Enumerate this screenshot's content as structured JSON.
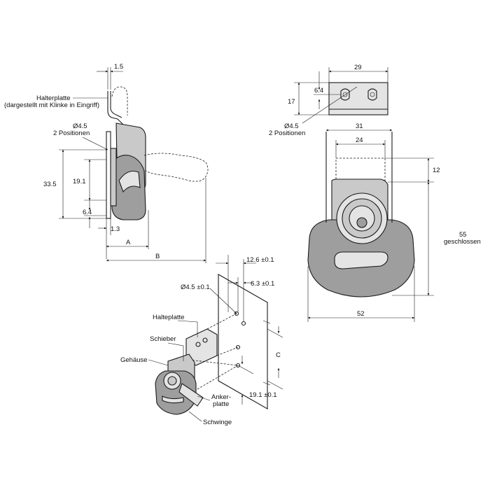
{
  "side_view": {
    "dim_top": "1.5",
    "label_halterplatte": "Halterplatte",
    "label_halterplatte_note": "(dargestellt mit Klinke in Eingriff)",
    "hole_diameter": "Ø4.5",
    "positions": "2 Positionen",
    "dim_33_5": "33.5",
    "dim_19_1": "19.1",
    "dim_6_4": "6.4",
    "dim_1_3": "1.3",
    "dim_a": "A",
    "dim_b": "B"
  },
  "top_view": {
    "dim_29": "29",
    "dim_6_4": "6.4",
    "dim_17": "17",
    "hole_diameter": "Ø4.5",
    "positions": "2 Positionen"
  },
  "front_view": {
    "dim_31": "31",
    "dim_24": "24",
    "dim_12": "12",
    "dim_55": "55",
    "closed": "geschlossen",
    "dim_52": "52"
  },
  "iso_view": {
    "dim_12_6": "12.6 ±0.1",
    "dim_6_3": "6.3 ±0.1",
    "dim_hole": "Ø4.5 ±0.1",
    "label_halteplatte": "Halteplatte",
    "label_schieber": "Schieber",
    "label_gehaeuse": "Gehäuse",
    "label_anker": "Anker-",
    "label_platte": "platte",
    "label_schwinge": "Schwinge",
    "dim_c": "C",
    "dim_19_1": "19.1 ±0.1"
  },
  "colors": {
    "line": "#1a1a1a",
    "metal_fill": "#c9c9c9",
    "metal_dark": "#9e9e9e"
  }
}
